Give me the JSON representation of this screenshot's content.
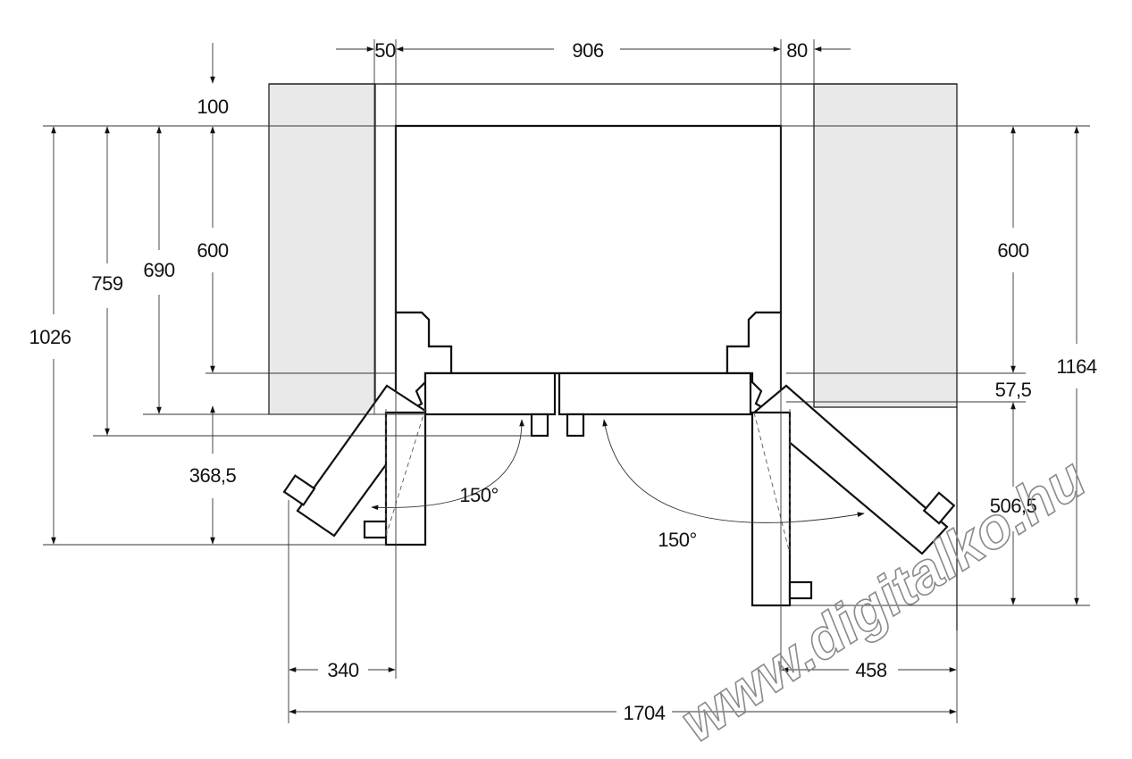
{
  "dimensions": {
    "top_left_gap": "50",
    "top_width": "906",
    "top_right_gap": "80",
    "top_depth": "100",
    "left_600": "600",
    "left_690": "690",
    "left_759": "759",
    "left_1026": "1026",
    "left_368": "368,5",
    "right_600": "600",
    "right_57": "57,5",
    "right_506": "506,5",
    "right_1164": "1164",
    "bottom_340": "340",
    "bottom_458": "458",
    "bottom_1704": "1704"
  },
  "angles": {
    "left_angle": "150°",
    "right_angle": "150°"
  },
  "watermark": "www.digitalko.hu"
}
